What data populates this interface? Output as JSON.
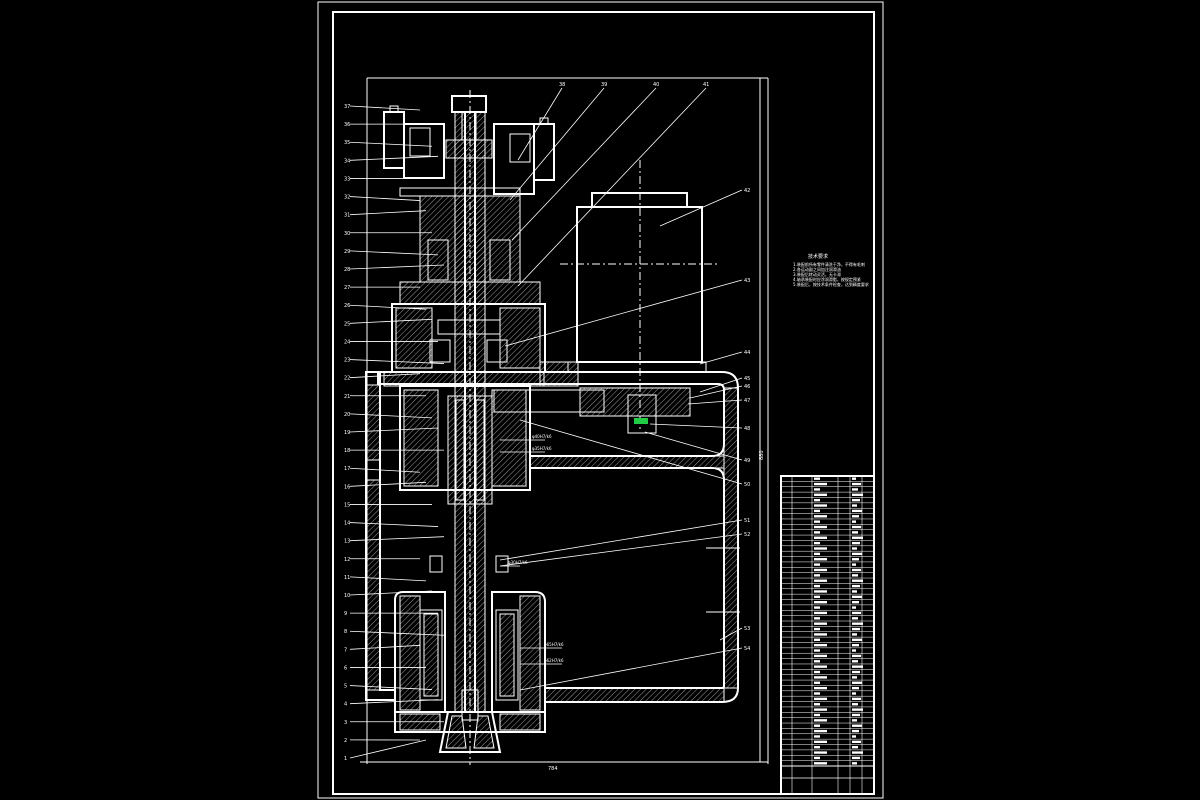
{
  "drawing": {
    "background": "#000000",
    "line_color": "#ffffff",
    "highlight_color": "#22cc44"
  },
  "technical_requirements": {
    "heading": "技术要求",
    "lines": [
      "1.装配前所有零件清洗干净，不得有毛刺",
      "2.各运动副之间加注润滑油",
      "3.装配后转动灵活，无卡滞",
      "4.轴承装配时应涂润滑脂，按规定预紧",
      "5.装配后，按技术条件检查，达到精度要求"
    ]
  },
  "dimensions": {
    "overall_width": "784",
    "overall_height": "880"
  },
  "left_balloons": [
    "37",
    "36",
    "35",
    "34",
    "33",
    "32",
    "31",
    "30",
    "29",
    "28",
    "27",
    "26",
    "25",
    "24",
    "23",
    "22",
    "21",
    "20",
    "19",
    "18",
    "17",
    "16",
    "15",
    "14",
    "13",
    "12",
    "11",
    "10",
    "9",
    "8",
    "7",
    "6",
    "5",
    "4",
    "3",
    "2",
    "1"
  ],
  "top_balloons": [
    "38",
    "39",
    "40",
    "41"
  ],
  "right_balloons": [
    "42",
    "43",
    "44",
    "45",
    "46",
    "47",
    "48",
    "49",
    "50",
    "51",
    "52",
    "53",
    "54"
  ],
  "fit_notes": [
    "φ40H7/k6",
    "φ35H7/k6",
    "φ30H7/k6",
    "φ65H7/k6",
    "φ62H7/k6"
  ]
}
